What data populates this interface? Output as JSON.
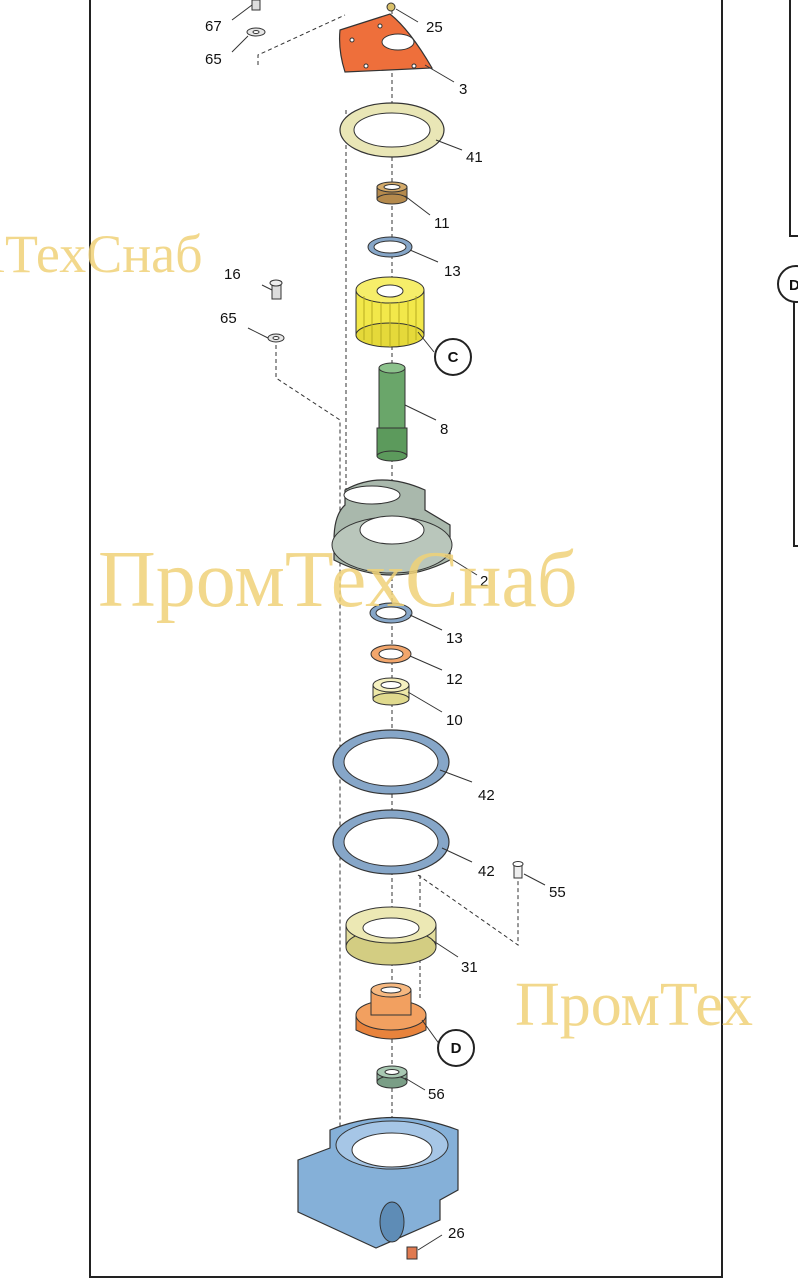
{
  "labels": {
    "p67": "67",
    "p65a": "65",
    "p25": "25",
    "p3": "3",
    "p41": "41",
    "p11": "11",
    "p13a": "13",
    "p16": "16",
    "p65b": "65",
    "p8": "8",
    "p2": "2",
    "p13b": "13",
    "p12": "12",
    "p10": "10",
    "p42a": "42",
    "p42b": "42",
    "p55": "55",
    "p31": "31",
    "p56": "56",
    "p26": "26"
  },
  "callouts": {
    "c": "C",
    "d": "D",
    "d_side": "D"
  },
  "watermark": {
    "a": "ıТехСнаб",
    "b": "ПромТехСнаб",
    "c": "ПромТех"
  },
  "colors": {
    "orange": "#ee6f3b",
    "sand": "#e9e6b6",
    "bronze": "#b58a4c",
    "blue": "#86a6c8",
    "yellow": "#f2e84a",
    "green": "#6aa66a",
    "grey": "#a9b8ac",
    "peach": "#f2a66c",
    "cream": "#eee9a8",
    "gear_tan": "#e2dd9c",
    "housing": "#85b0d8",
    "watermark": "#f0d278"
  }
}
